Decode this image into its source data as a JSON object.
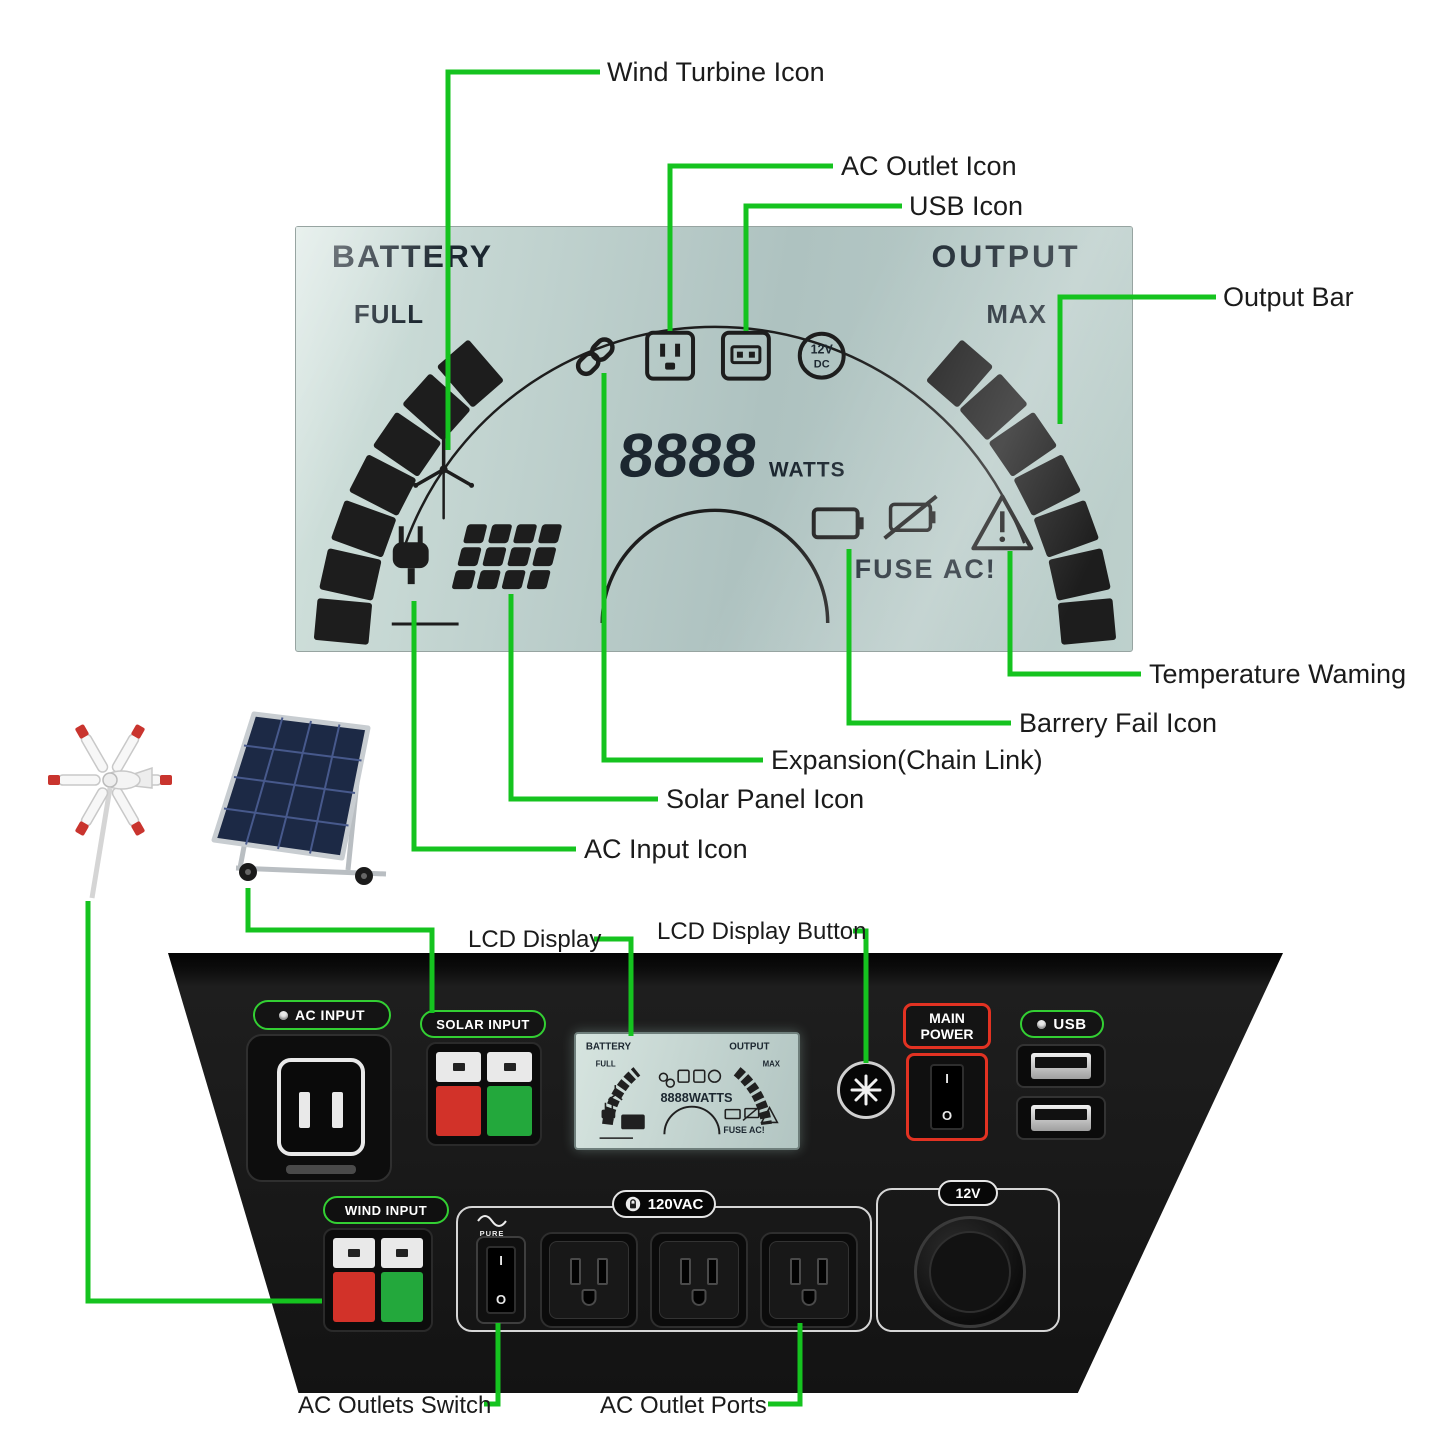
{
  "colors": {
    "callout-green": "#15c31f",
    "panel-label-green": "#33cf33",
    "main-power-red": "#e23222",
    "lcd-bg-light": "#d2e2dd",
    "lcd-bg-dark": "#aec2c0"
  },
  "lcd": {
    "battery_label": "BATTERY",
    "output_label": "OUTPUT",
    "full_label": "FULL",
    "max_label": "MAX",
    "watts_value": "8888",
    "watts_unit": "WATTS",
    "fuse_text": "FUSE AC!",
    "dc_badge_top": "12V",
    "dc_badge_bottom": "DC"
  },
  "callouts": {
    "wind_turbine": "Wind Turbine Icon",
    "ac_outlet": "AC Outlet Icon",
    "usb": "USB Icon",
    "output_bar": "Output Bar",
    "temperature_warning": "Temperature Waming",
    "battery_fail": "Barrery Fail Icon",
    "expansion": "Expansion(Chain Link)",
    "solar_panel": "Solar Panel Icon",
    "ac_input": "AC Input Icon",
    "lcd_display": "LCD Display",
    "lcd_display_button": "LCD Display Button",
    "ac_outlets_switch": "AC Outlets Switch",
    "ac_outlet_ports": "AC Outlet Ports"
  },
  "panel": {
    "ac_input_label": "AC INPUT",
    "solar_input_label": "SOLAR INPUT",
    "wind_input_label": "WIND INPUT",
    "main_power_label_line1": "MAIN",
    "main_power_label_line2": "POWER",
    "usb_label": "USB",
    "ac_voltage_label": "120VAC",
    "dc_socket_label": "12V",
    "pure_sine_label": "PURE",
    "switch_on_mark": "I",
    "switch_off_mark": "O",
    "mini_lcd": {
      "battery_label": "BATTERY",
      "output_label": "OUTPUT",
      "full_label": "FULL",
      "max_label": "MAX",
      "watts_text": "8888WATTS",
      "fuse_text": "FUSE AC!"
    }
  }
}
